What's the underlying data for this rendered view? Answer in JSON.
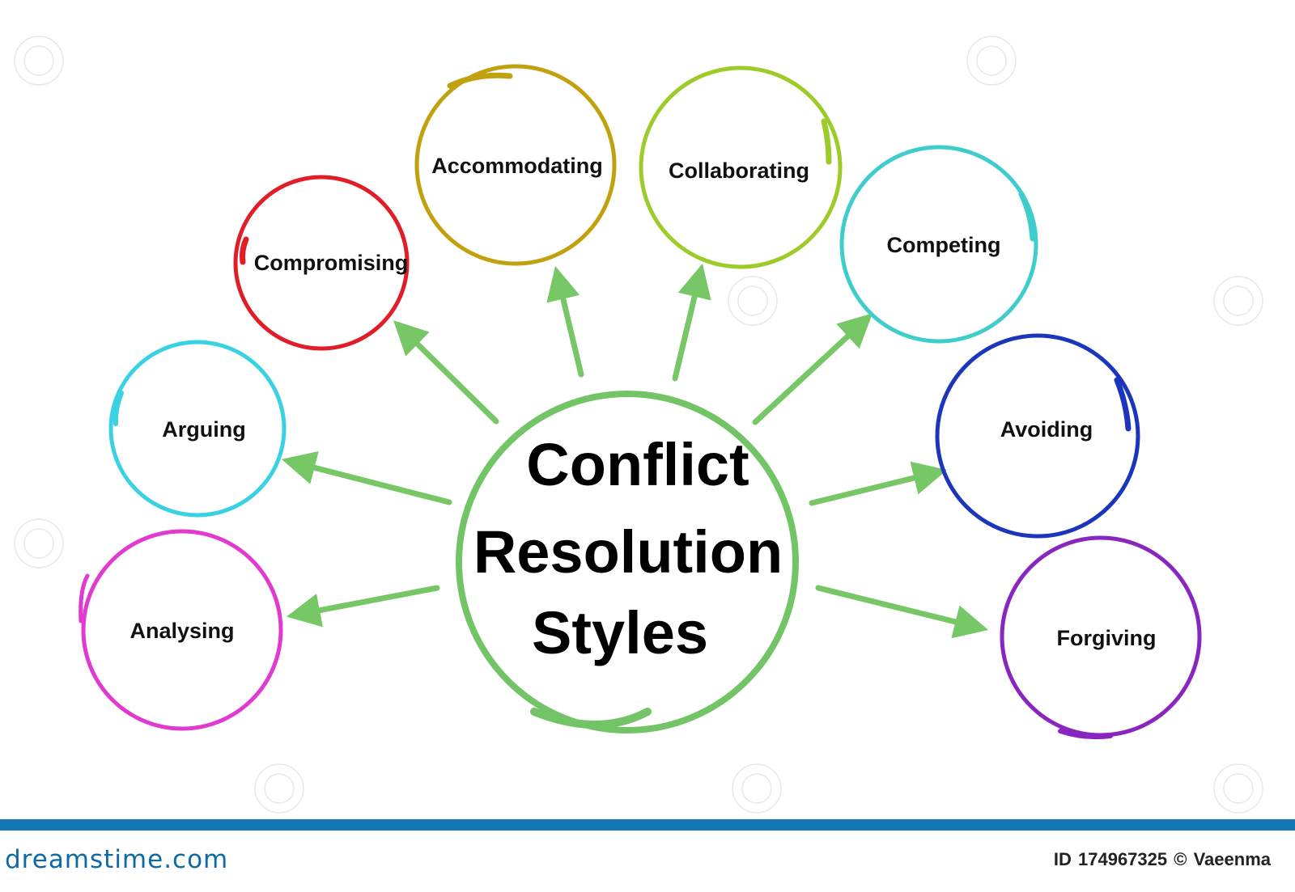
{
  "center": {
    "line1": "Conflict",
    "line2": "Resolution",
    "line3": "Styles",
    "color": "#72c466"
  },
  "nodes": [
    {
      "id": "analysing",
      "label": "Analysing",
      "color": "#e03ad0"
    },
    {
      "id": "arguing",
      "label": "Arguing",
      "color": "#3ad2e2"
    },
    {
      "id": "compromising",
      "label": "Compromising",
      "color": "#e01e28"
    },
    {
      "id": "accommodating",
      "label": "Accommodating",
      "color": "#c2a10e"
    },
    {
      "id": "collaborating",
      "label": "Collaborating",
      "color": "#9dcc2a"
    },
    {
      "id": "competing",
      "label": "Competing",
      "color": "#3ecdcc"
    },
    {
      "id": "avoiding",
      "label": "Avoiding",
      "color": "#1c35bd"
    },
    {
      "id": "forgiving",
      "label": "Forgiving",
      "color": "#8a26c0"
    }
  ],
  "arrow_color": "#77c767",
  "footer": {
    "logo": "dreamstime.com",
    "id_label": "ID",
    "id_value": "174967325",
    "copyright": "©",
    "author": "Vaeenma"
  }
}
